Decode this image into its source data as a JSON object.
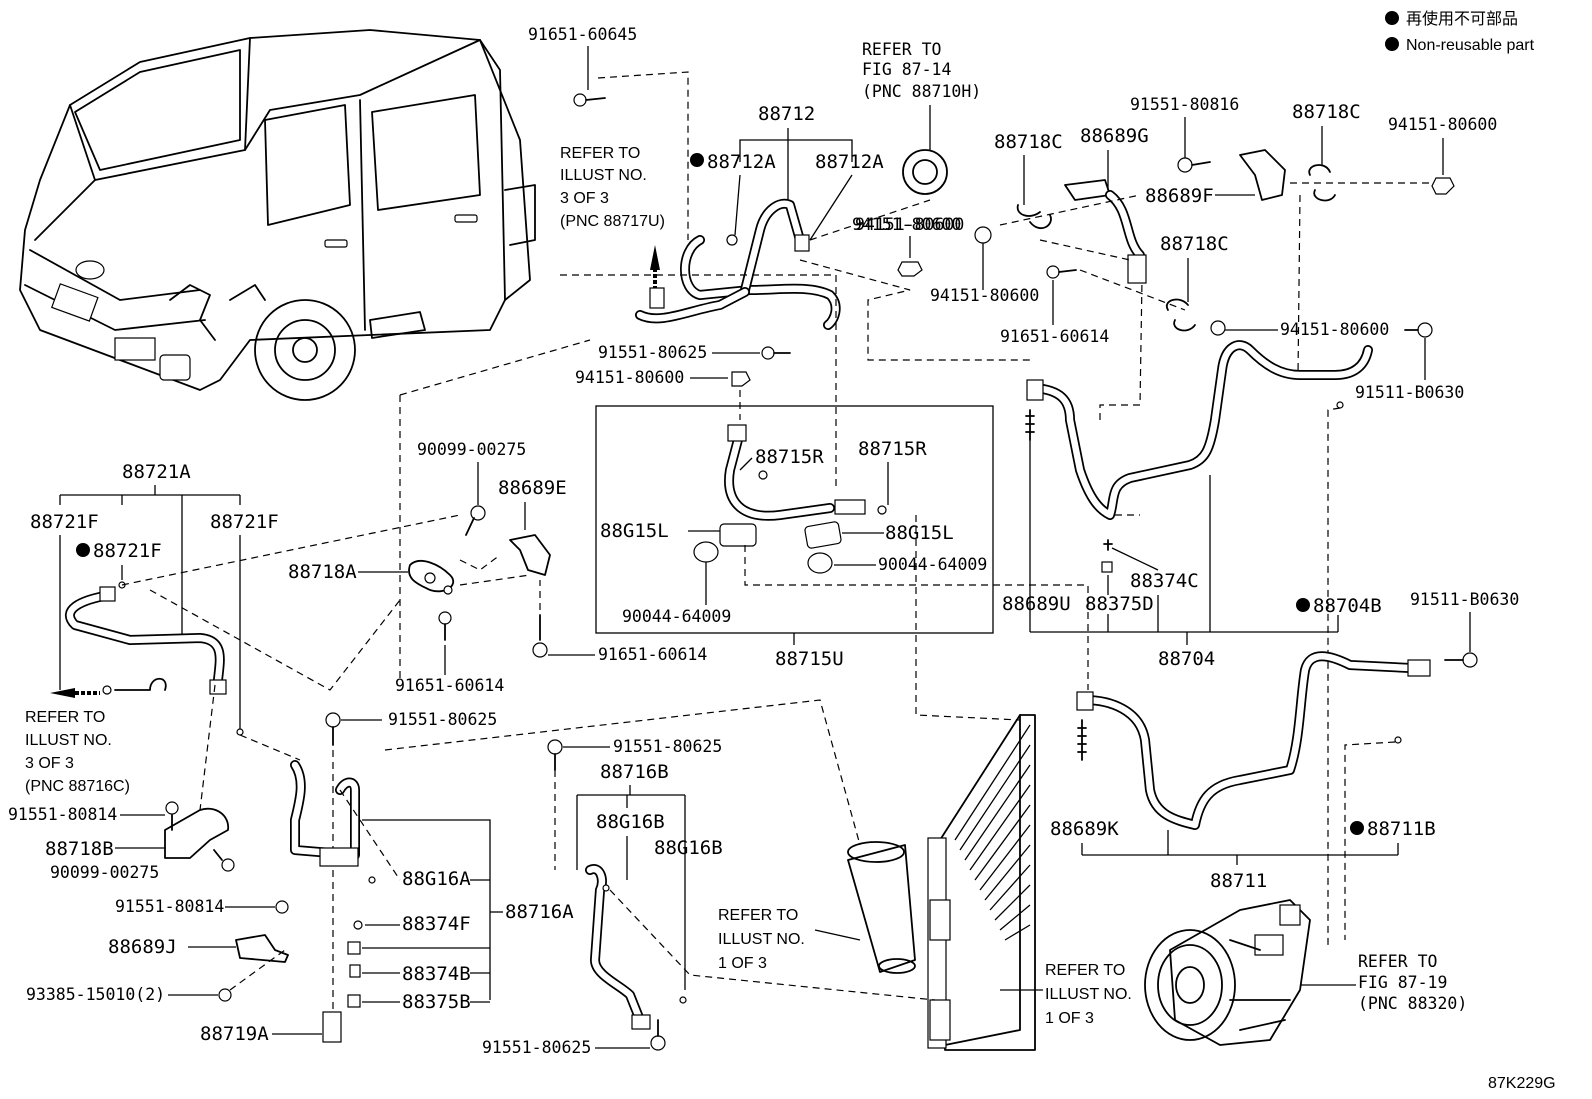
{
  "legend": {
    "line1": "再使用不可部品",
    "line2": "Non-reusable part",
    "marker_color": "#000000"
  },
  "figure_code": "87K229G",
  "parts": {
    "p_91651_60645": "91651-60645",
    "p_88712": "88712",
    "p_88712A_1": "88712A",
    "p_88712A_2": "88712A",
    "p_94151_80600_a": "94151-80600",
    "p_91551_80625_a": "91551-80625",
    "p_94151_80600_b": "94151-80600",
    "p_88718C_a": "88718C",
    "p_88689G": "88689G",
    "p_91551_80816": "91551-80816",
    "p_88718C_b": "88718C",
    "p_94151_80600_c": "94151-80600",
    "p_88689F": "88689F",
    "p_88718C_c": "88718C",
    "p_94151_80600_d": "94151-80600",
    "p_91651_60614_a": "91651-60614",
    "p_94151_80600_e": "94151-80600",
    "p_91511_B0630_a": "91511-B0630",
    "p_88715R_a": "88715R",
    "p_88715R_b": "88715R",
    "p_88G15L_a": "88G15L",
    "p_88G15L_b": "88G15L",
    "p_90044_64009_a": "90044-64009",
    "p_90044_64009_b": "90044-64009",
    "p_88715U": "88715U",
    "p_88689U": "88689U",
    "p_88375D": "88375D",
    "p_88374C": "88374C",
    "p_88704B": "88704B",
    "p_88704": "88704",
    "p_91511_B0630_b": "91511-B0630",
    "p_88721A": "88721A",
    "p_88721F_a": "88721F",
    "p_88721F_b": "88721F",
    "p_88721F_c": "88721F",
    "p_90099_00275_a": "90099-00275",
    "p_88689E": "88689E",
    "p_88718A": "88718A",
    "p_91651_60614_b": "91651-60614",
    "p_91651_60614_c": "91651-60614",
    "p_91551_80625_b": "91551-80625",
    "p_91551_80625_c": "91551-80625",
    "p_88716B": "88716B",
    "p_88G16B_a": "88G16B",
    "p_88G16B_b": "88G16B",
    "p_91551_80814_a": "91551-80814",
    "p_88718B": "88718B",
    "p_90099_00275_b": "90099-00275",
    "p_88G16A": "88G16A",
    "p_91551_80814_b": "91551-80814",
    "p_88374F": "88374F",
    "p_88716A": "88716A",
    "p_88689J": "88689J",
    "p_88374B": "88374B",
    "p_93385_15010": "93385-15010(2)",
    "p_88375B": "88375B",
    "p_88719A": "88719A",
    "p_91551_80625_d": "91551-80625",
    "p_88689K": "88689K",
    "p_88711B": "88711B",
    "p_88711": "88711"
  },
  "refs": {
    "fig_87_14": [
      "REFER TO",
      "FIG 87-14",
      "(PNC 88710H)"
    ],
    "illust_88717U": [
      "REFER TO",
      "ILLUST NO.",
      "3 OF 3",
      "(PNC 88717U)"
    ],
    "illust_88716C": [
      "REFER TO",
      "ILLUST NO.",
      "3 OF 3",
      "(PNC 88716C)"
    ],
    "illust_1of3_a": [
      "REFER TO",
      "ILLUST NO.",
      "1 OF 3"
    ],
    "illust_1of3_b": [
      "REFER TO",
      "ILLUST NO.",
      "1 OF 3"
    ],
    "fig_87_19": [
      "REFER TO",
      "FIG 87-19",
      "(PNC 88320)"
    ]
  }
}
